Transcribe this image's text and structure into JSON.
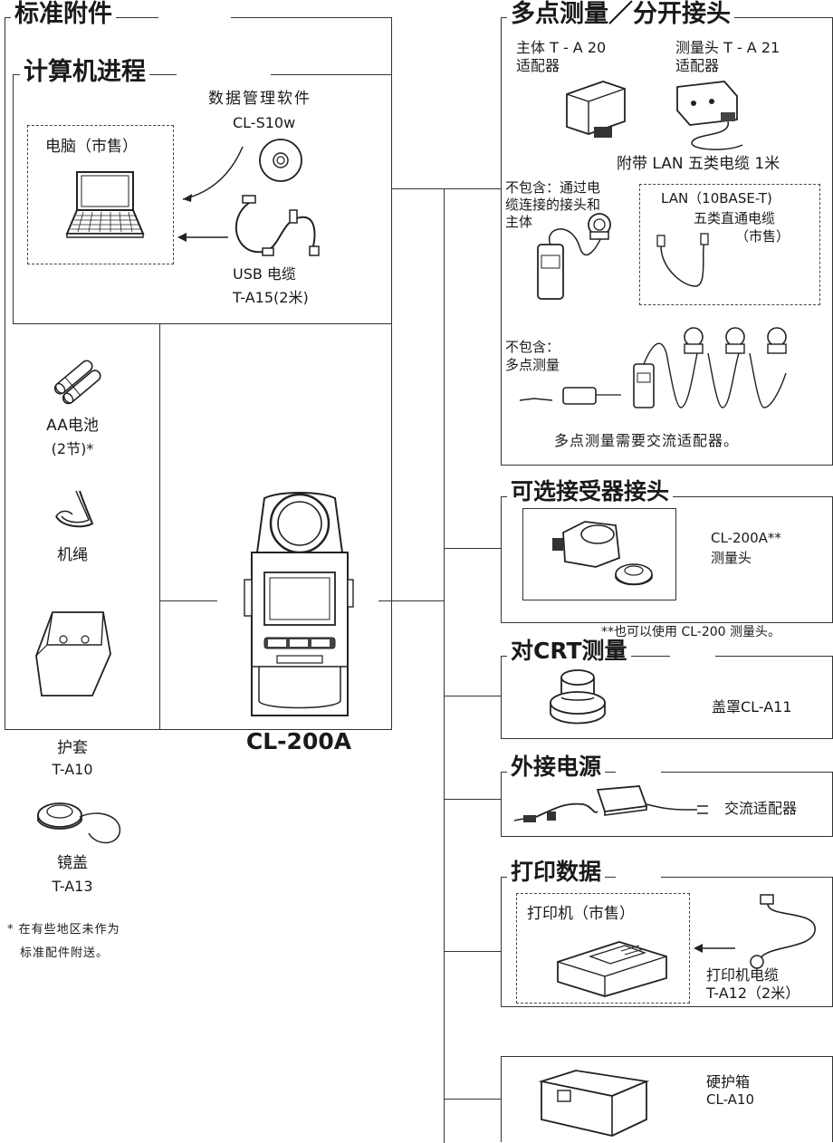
{
  "standard_accessories": {
    "title": "标准附件",
    "computer_process": {
      "title": "计算机进程",
      "pc_label": "电脑（市售）",
      "software_line1": "数据管理软件",
      "software_line2": "CL-S10w",
      "usb_line1": "USB 电缆",
      "usb_line2": "T-A15(2米)"
    },
    "batteries_line1": "AA电池",
    "batteries_line2": "(2节)*",
    "strap": "机绳",
    "case_line1": "护套",
    "case_line2": "T-A10",
    "cap_line1": "镜盖",
    "cap_line2": "T-A13",
    "footnote_line1": "* 在有些地区未作为",
    "footnote_line2": "标准配件附送。"
  },
  "main_unit": {
    "label": "CL-200A"
  },
  "multipoint": {
    "title": "多点测量／分开接头",
    "body_adapter_line1": "主体 T - A 20",
    "body_adapter_line2": "适配器",
    "head_adapter_line1": "测量头 T - A 21",
    "head_adapter_line2": "适配器",
    "lan_included": "附带 LAN 五类电缆 1米",
    "excluded_cable_line1": "不包含：通过电",
    "excluded_cable_line2": "缆连接的接头和",
    "excluded_cable_line3": "主体",
    "lan_line1": "LAN（10BASE-T)",
    "lan_line2": "五类直通电缆",
    "lan_line3": "（市售）",
    "excluded_multi_line1": "不包含：",
    "excluded_multi_line2": "多点测量",
    "note": "多点测量需要交流适配器。"
  },
  "receptor_head": {
    "title": "可选接受器接头",
    "label_line1": "CL-200A**",
    "label_line2": "测量头",
    "note": "**也可以使用 CL-200 测量头。"
  },
  "crt": {
    "title": "对CRT测量",
    "label": "盖罩CL-A11"
  },
  "power": {
    "title": "外接电源",
    "label": "交流适配器"
  },
  "print": {
    "title": "打印数据",
    "printer_label": "打印机（市售）",
    "cable_line1": "打印机电缆",
    "cable_line2": "T-A12（2米）"
  },
  "hard_case": {
    "label_line1": "硬护箱",
    "label_line2": "CL-A10"
  }
}
